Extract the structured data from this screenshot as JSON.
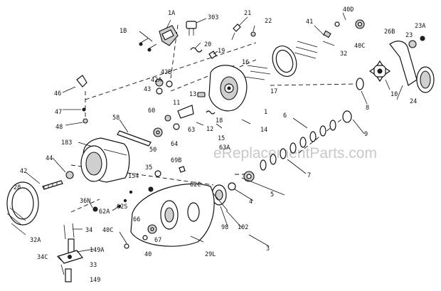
{
  "watermark": "eReplacementParts.com",
  "parts": [
    {
      "id": "p1B",
      "label": "1B"
    },
    {
      "id": "p1A",
      "label": "1A"
    },
    {
      "id": "p303",
      "label": "303"
    },
    {
      "id": "p21",
      "label": "21"
    },
    {
      "id": "p22",
      "label": "22"
    },
    {
      "id": "p40D",
      "label": "40D"
    },
    {
      "id": "p41",
      "label": "41"
    },
    {
      "id": "p26B",
      "label": "26B"
    },
    {
      "id": "p23A",
      "label": "23A"
    },
    {
      "id": "p23",
      "label": "23"
    },
    {
      "id": "p20",
      "label": "20"
    },
    {
      "id": "p19",
      "label": "19"
    },
    {
      "id": "p40C_top",
      "label": "40C"
    },
    {
      "id": "p32",
      "label": "32"
    },
    {
      "id": "p42B",
      "label": "42B"
    },
    {
      "id": "p42A",
      "label": "42A"
    },
    {
      "id": "p43",
      "label": "43"
    },
    {
      "id": "p16",
      "label": "16"
    },
    {
      "id": "p17",
      "label": "17"
    },
    {
      "id": "p46",
      "label": "46"
    },
    {
      "id": "p13",
      "label": "13"
    },
    {
      "id": "p10",
      "label": "10"
    },
    {
      "id": "p24",
      "label": "24"
    },
    {
      "id": "p8",
      "label": "8"
    },
    {
      "id": "p47",
      "label": "47"
    },
    {
      "id": "p11",
      "label": "11"
    },
    {
      "id": "p60",
      "label": "60"
    },
    {
      "id": "p18",
      "label": "18"
    },
    {
      "id": "p1",
      "label": "1"
    },
    {
      "id": "p48",
      "label": "48"
    },
    {
      "id": "p58",
      "label": "58"
    },
    {
      "id": "p6",
      "label": "6"
    },
    {
      "id": "p63",
      "label": "63"
    },
    {
      "id": "p12",
      "label": "12"
    },
    {
      "id": "p14",
      "label": "14"
    },
    {
      "id": "p15",
      "label": "15"
    },
    {
      "id": "p9",
      "label": "9"
    },
    {
      "id": "p183",
      "label": "183"
    },
    {
      "id": "p64",
      "label": "64"
    },
    {
      "id": "p50",
      "label": "50"
    },
    {
      "id": "p63A",
      "label": "63A"
    },
    {
      "id": "p44",
      "label": "44"
    },
    {
      "id": "p69B",
      "label": "69B"
    },
    {
      "id": "p42",
      "label": "42"
    },
    {
      "id": "p35",
      "label": "35"
    },
    {
      "id": "p154",
      "label": "154"
    },
    {
      "id": "p7",
      "label": "7"
    },
    {
      "id": "p62C",
      "label": "62C"
    },
    {
      "id": "p28",
      "label": "28"
    },
    {
      "id": "p4",
      "label": "4"
    },
    {
      "id": "p5",
      "label": "5"
    },
    {
      "id": "p36N",
      "label": "36N"
    },
    {
      "id": "p62S",
      "label": "62S"
    },
    {
      "id": "p62A",
      "label": "62A"
    },
    {
      "id": "p98",
      "label": "98"
    },
    {
      "id": "p102",
      "label": "102"
    },
    {
      "id": "p34",
      "label": "34"
    },
    {
      "id": "p40C_bot",
      "label": "40C"
    },
    {
      "id": "p66",
      "label": "66"
    },
    {
      "id": "p67",
      "label": "67"
    },
    {
      "id": "p32A",
      "label": "32A"
    },
    {
      "id": "p149A",
      "label": "149A"
    },
    {
      "id": "p3",
      "label": "3"
    },
    {
      "id": "p29L",
      "label": "29L"
    },
    {
      "id": "p34C",
      "label": "34C"
    },
    {
      "id": "p40",
      "label": "40"
    },
    {
      "id": "p33",
      "label": "33"
    },
    {
      "id": "p149",
      "label": "149"
    }
  ]
}
